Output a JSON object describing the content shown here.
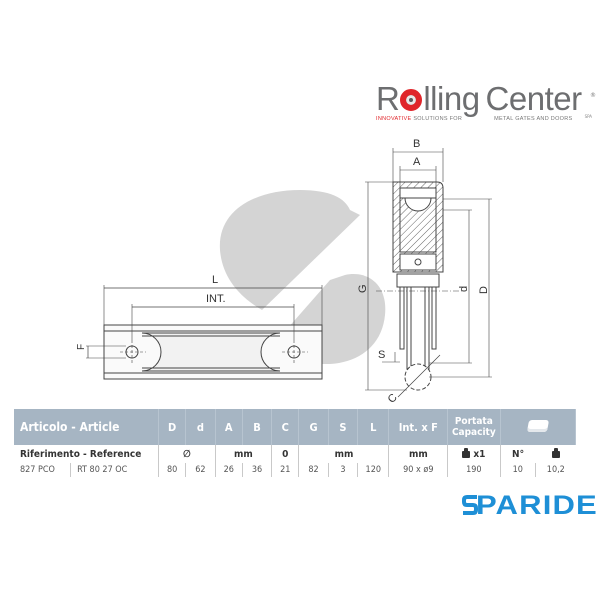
{
  "brand": {
    "name_part1": "R",
    "name_part2": "lling",
    "name_part3": "Center",
    "tagline_red": "INNOVATIVE",
    "tagline_rest1": " SOLUTIONS FOR",
    "tagline_rest2": "METAL GATES AND DOORS",
    "trademark": "®",
    "spa": "SPA",
    "accent_color": "#e0252a",
    "gray_color": "#6d6e70"
  },
  "drawing": {
    "labels": {
      "L": "L",
      "INT": "INT.",
      "F": "F",
      "B": "B",
      "A": "A",
      "G": "G",
      "d": "d",
      "D": "D",
      "S": "S",
      "C": "C"
    }
  },
  "table": {
    "header": {
      "article": "Articolo - Article",
      "columns": [
        "D",
        "d",
        "A",
        "B",
        "C",
        "G",
        "S",
        "L",
        "Int. x F"
      ],
      "capacity_line1": "Portata",
      "capacity_line2": "Capacity",
      "package_icon": "box-icon"
    },
    "units_row": {
      "reference_label": "Riferimento - Reference",
      "diameter_symbol": "∅",
      "mm_ab": "mm",
      "c_unit": "0",
      "mm_gsl": "mm",
      "mm_intf": "mm",
      "capacity_unit": "x1",
      "pieces_label": "N°",
      "weight_icon": "weight-icon"
    },
    "rows": [
      {
        "article": "827 PCO",
        "reference": "RT 80 27 OC",
        "D": "80",
        "d": "62",
        "A": "26",
        "B": "36",
        "C": "21",
        "G": "82",
        "S": "3",
        "L": "120",
        "int_x_f": "90 x ø9",
        "capacity": "190",
        "pieces": "10",
        "weight": "10,2"
      }
    ],
    "header_color": "#a6b5c3"
  },
  "retailer": {
    "name": "PARIDE",
    "color": "#1e8fd6"
  }
}
